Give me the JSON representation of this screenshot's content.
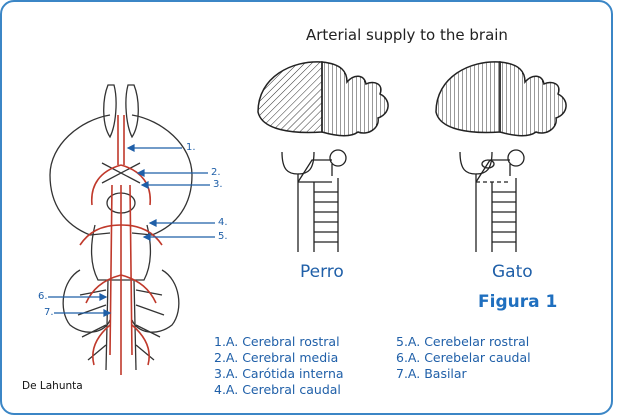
{
  "title": "Arterial supply to the brain",
  "panels": [
    {
      "caption": "Perro"
    },
    {
      "caption": "Gato"
    }
  ],
  "figure_label": "Figura 1",
  "credit": "De Lahunta",
  "brain_labels": [
    "1.",
    "2.",
    "3.",
    "4.",
    "5.",
    "6.",
    "7."
  ],
  "legend": [
    "1.A. Cerebral rostral",
    "2.A. Cerebral media",
    "3.A. Carótida interna",
    "4.A. Cerebral caudal",
    "5.A. Cerebelar rostral",
    "6.A. Cerebelar caudal",
    "7.A. Basilar"
  ],
  "colors": {
    "border": "#3b86c6",
    "label": "#1f5fa8",
    "artery": "#c0392b"
  }
}
